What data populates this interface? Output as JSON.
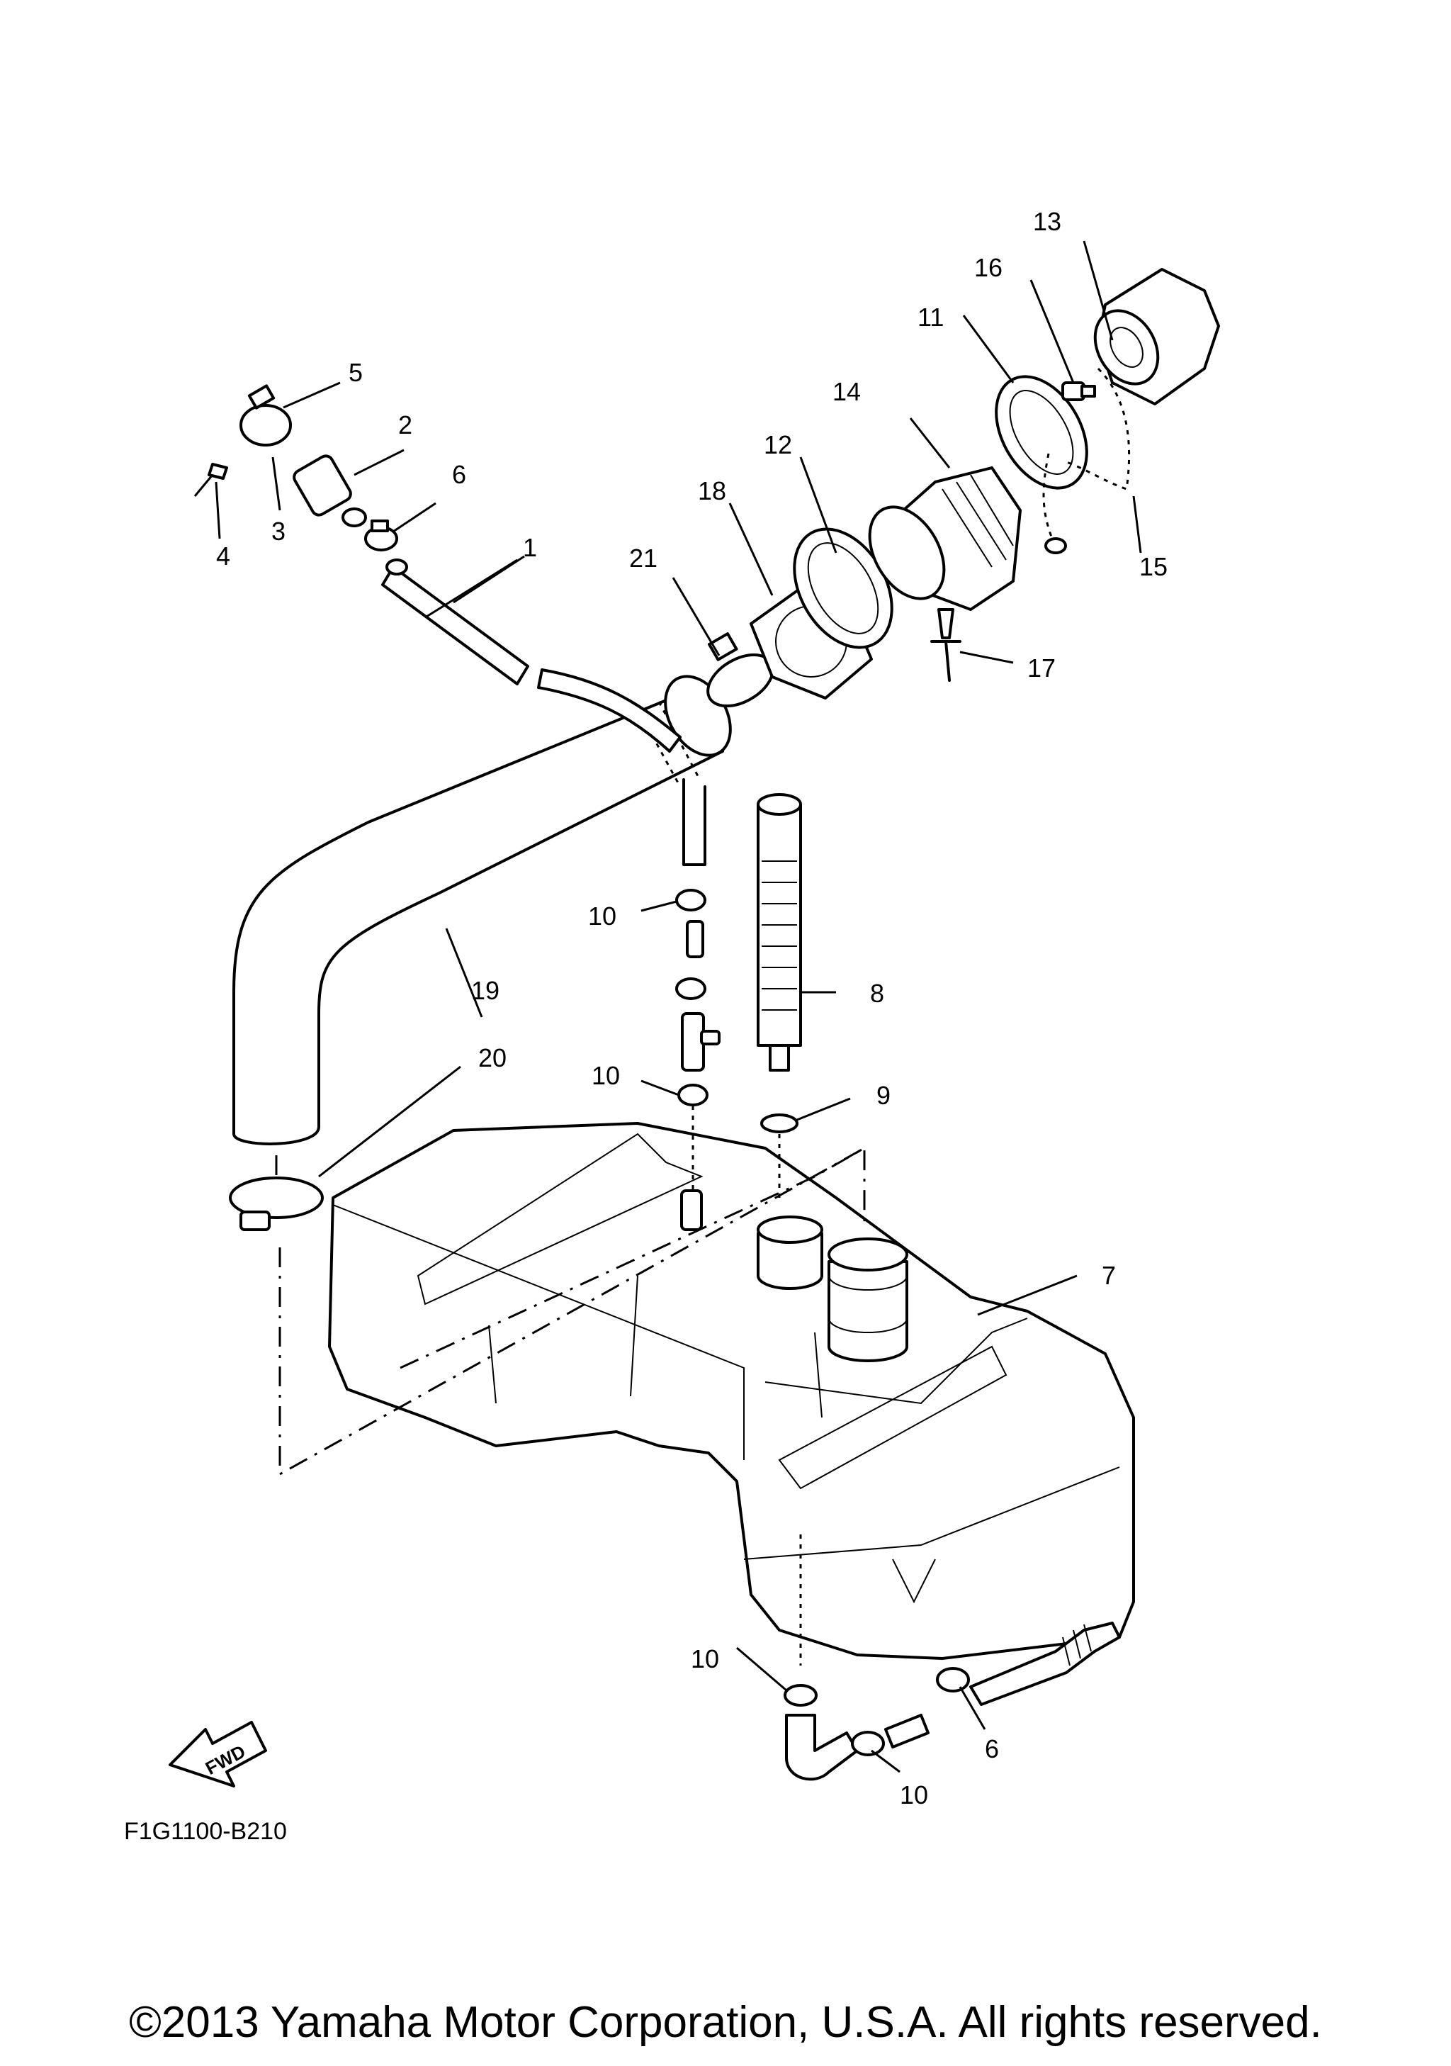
{
  "diagram": {
    "labels": {
      "p1": "1",
      "p2": "2",
      "p3": "3",
      "p4": "4",
      "p5": "5",
      "p6a": "6",
      "p6b": "6",
      "p7": "7",
      "p8": "8",
      "p9": "9",
      "p10a": "10",
      "p10b": "10",
      "p10c": "10",
      "p10d": "10",
      "p11": "11",
      "p12": "12",
      "p13": "13",
      "p14": "14",
      "p15": "15",
      "p16": "16",
      "p17": "17",
      "p18": "18",
      "p19": "19",
      "p20": "20",
      "p21": "21"
    },
    "fwd_label": "FWD",
    "figure_code": "F1G1100-B210"
  },
  "copyright": "©2013 Yamaha Motor Corporation, U.S.A. All rights reserved."
}
